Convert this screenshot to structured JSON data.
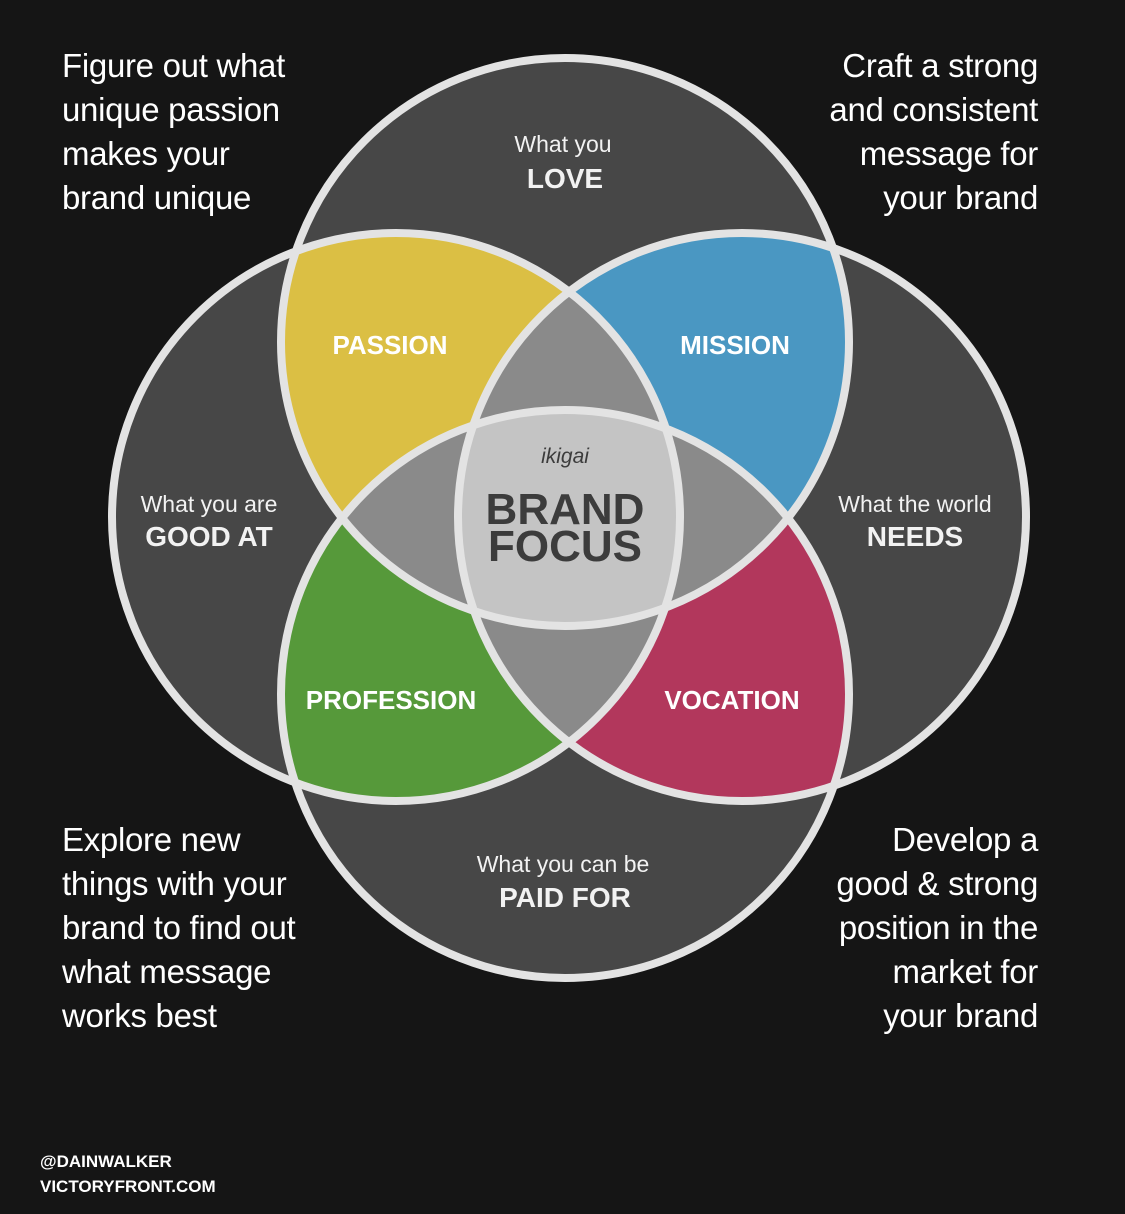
{
  "colors": {
    "background": "#151515",
    "outer_circle_fill": "#474747",
    "circle_stroke": "#e3e3e3",
    "passion": "#dbbf44",
    "mission": "#4a97c2",
    "profession": "#56993a",
    "vocation": "#b2375c",
    "pair_overlap": "#8a8a8a",
    "center": "#c4c4c4",
    "center_text": "#3c3c3c"
  },
  "circles": {
    "love": {
      "subtitle": "What you",
      "title": "LOVE"
    },
    "good_at": {
      "subtitle": "What you are",
      "title": "GOOD AT"
    },
    "world_needs": {
      "subtitle": "What the world",
      "title": "NEEDS"
    },
    "paid_for": {
      "subtitle": "What you can be",
      "title": "PAID FOR"
    }
  },
  "overlaps": {
    "passion": "PASSION",
    "mission": "MISSION",
    "profession": "PROFESSION",
    "vocation": "VOCATION"
  },
  "center": {
    "kicker": "ikigai",
    "title_line1": "BRAND",
    "title_line2": "FOCUS"
  },
  "notes": {
    "top_left": [
      "Figure out what",
      "unique passion",
      "makes your",
      "brand unique"
    ],
    "top_right": [
      "Craft a strong",
      "and consistent",
      "message for",
      "your brand"
    ],
    "bottom_left": [
      "Explore new",
      "things with your",
      "brand to find out",
      "what message",
      "works best"
    ],
    "bottom_right": [
      "Develop a",
      "good & strong",
      "position in the",
      "market for",
      "your brand"
    ]
  },
  "credits": {
    "handle": "@DAINWALKER",
    "website": "VICTORYFRONT.COM"
  }
}
